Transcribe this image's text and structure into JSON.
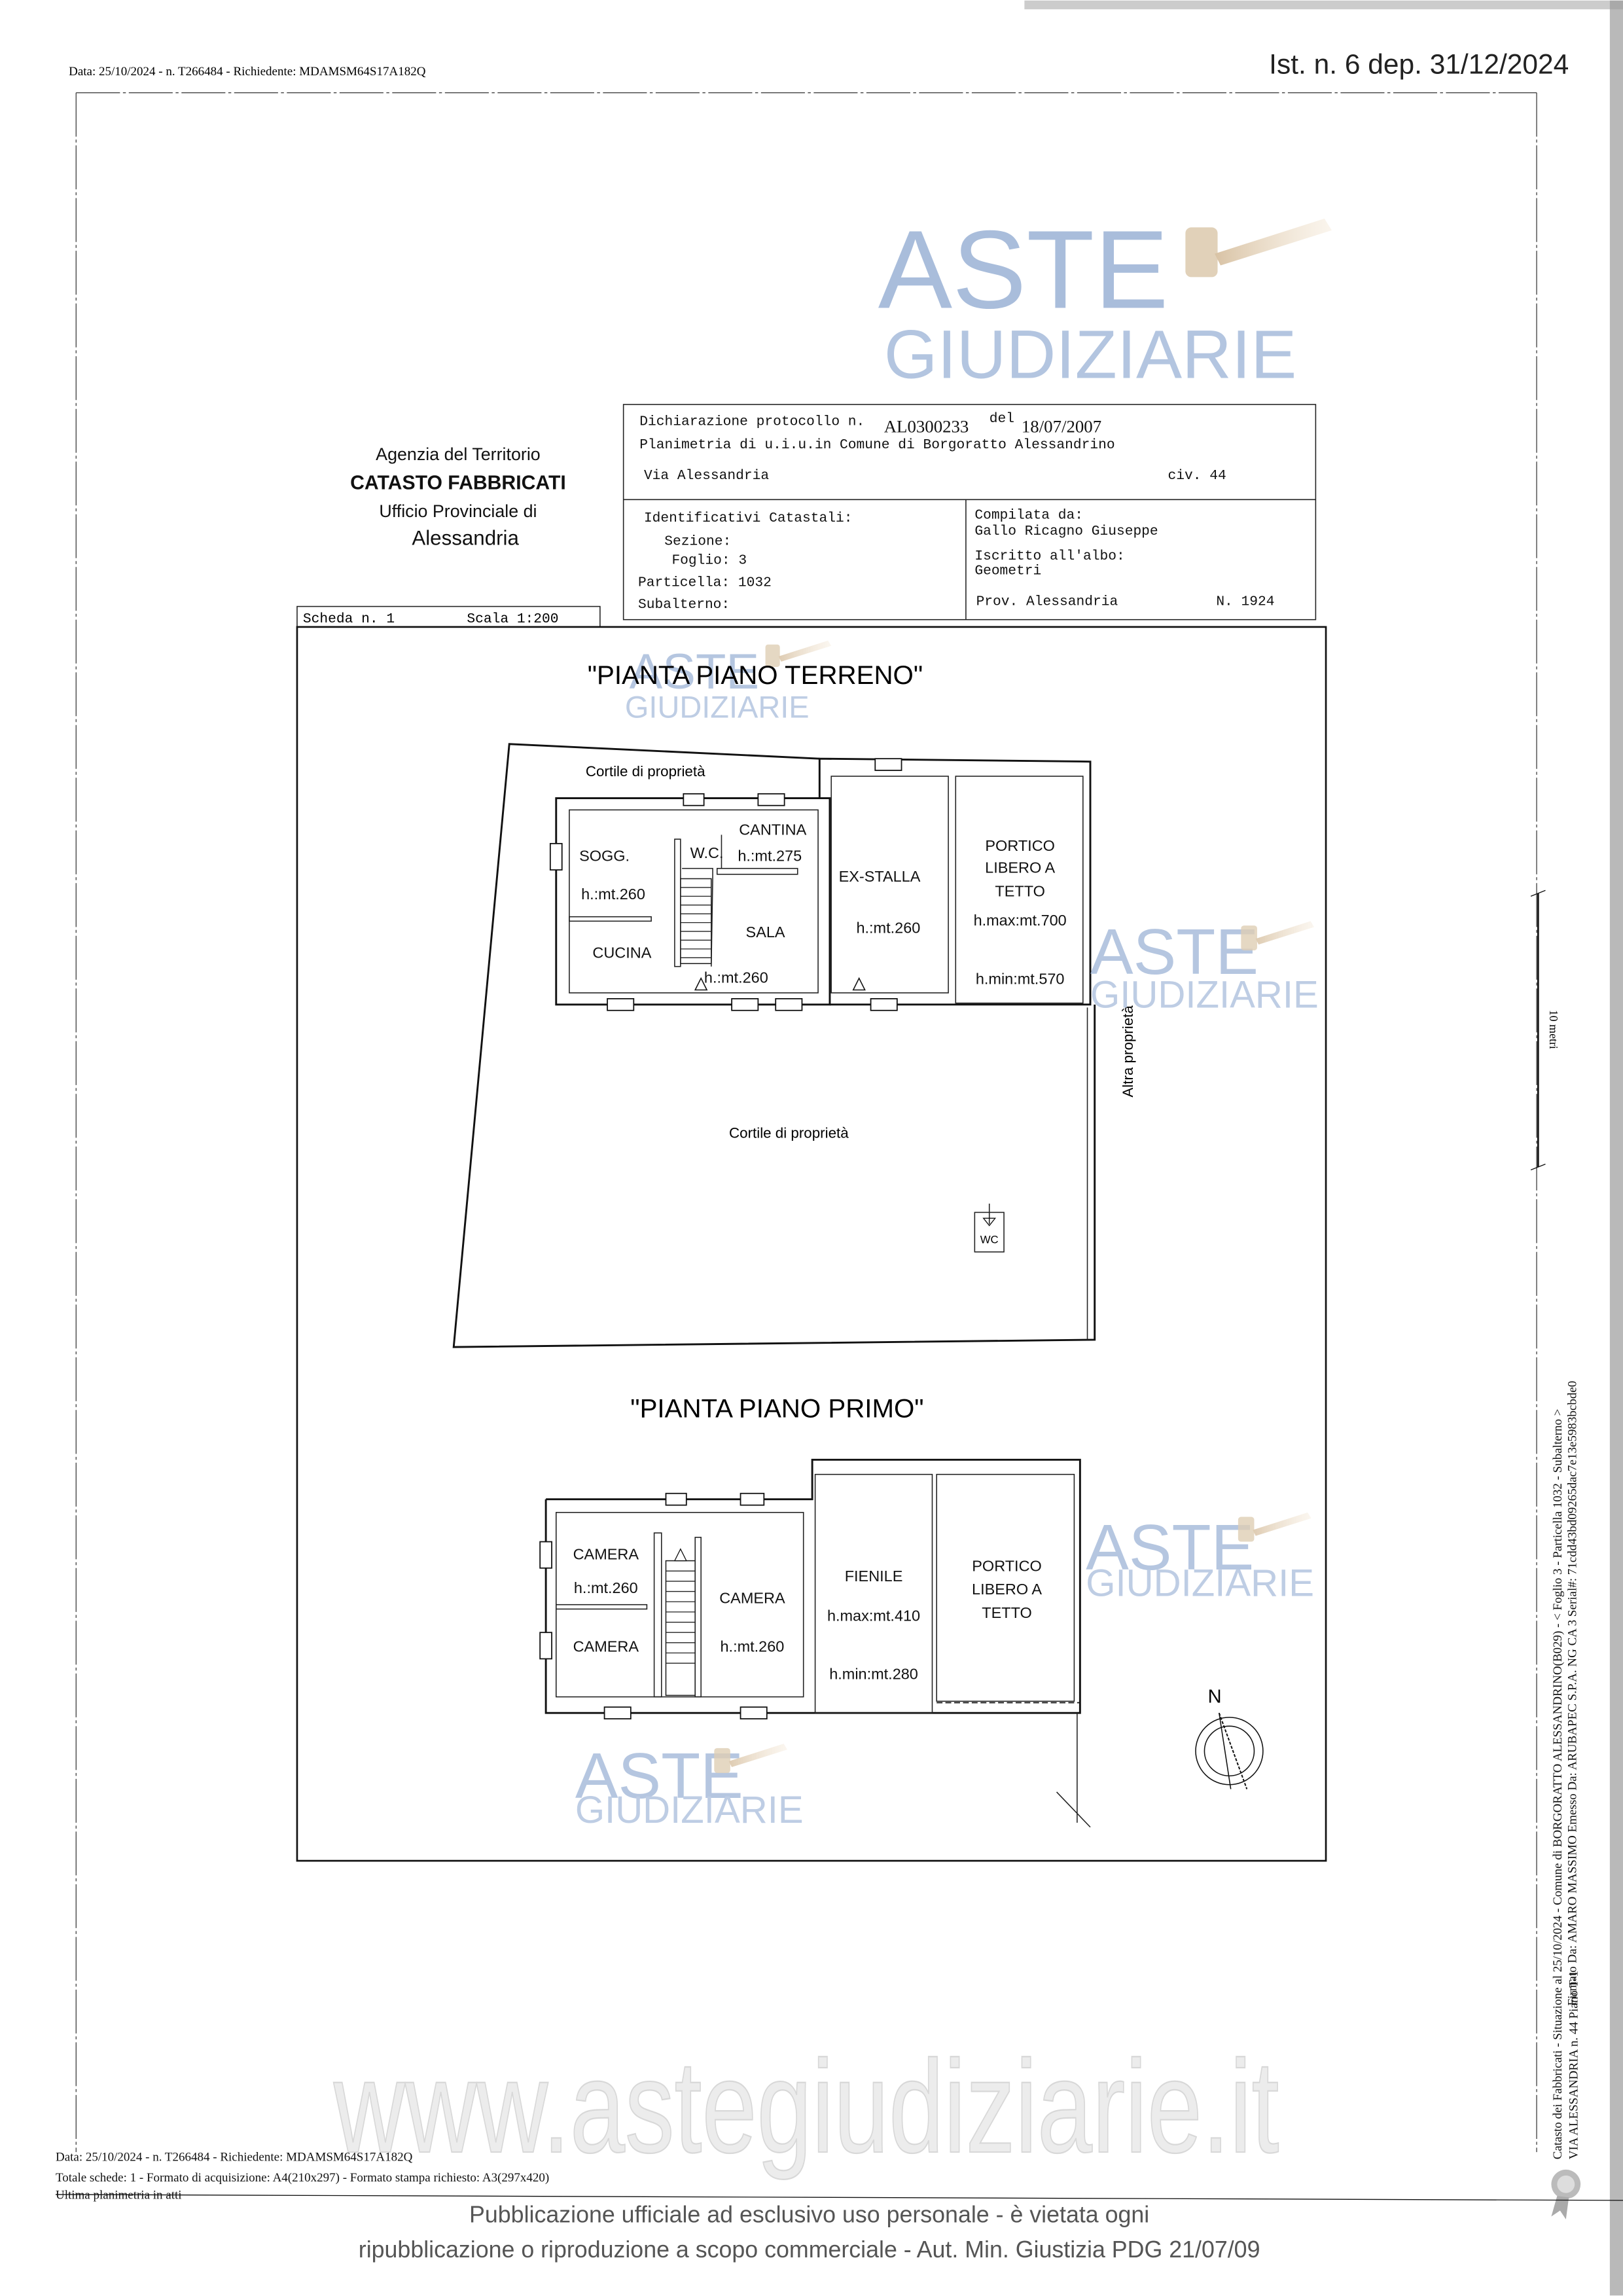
{
  "header": {
    "stamp_top": "Data: 25/10/2024 - n. T266484 - Richiedente: MDAMSM64S17A182Q",
    "deposit": "Ist. n. 6 dep. 31/12/2024"
  },
  "watermark": {
    "brand_top": "ASTE",
    "brand_bottom": "GIUDIZIARIE",
    "site": "www.astegiudiziarie.it"
  },
  "agency": {
    "line1": "Agenzia del Territorio",
    "line2": "CATASTO FABBRICATI",
    "line3": "Ufficio Provinciale di",
    "line4": "Alessandria"
  },
  "declaration": {
    "protocol_label": "Dichiarazione protocollo n.",
    "protocol_number": "AL0300233",
    "date_label": "del",
    "date": "18/07/2007",
    "planimetry": "Planimetria di u.i.u.in Comune di Borgoratto Alessandrino",
    "street": "Via Alessandria",
    "civic": "civ. 44",
    "identifiers_label": "Identificativi Catastali:",
    "sezione": "Sezione:",
    "foglio": "Foglio: 3",
    "particella": "Particella: 1032",
    "subalterno": "Subalterno:",
    "compiled_label": "Compilata da:",
    "compiler": "Gallo Ricagno Giuseppe",
    "register_label": "Iscritto all'albo:",
    "register": "Geometri",
    "province": "Prov. Alessandria",
    "number": "N. 1924"
  },
  "sheet": {
    "scheda": "Scheda n. 1",
    "scala": "Scala 1:200"
  },
  "ground_floor": {
    "title": "\"PIANTA PIANO TERRENO\"",
    "courtyard_top": "Cortile di proprietà",
    "courtyard_main": "Cortile di proprietà",
    "other_property": "Altra proprietà",
    "wc_outside": "WC",
    "rooms": [
      {
        "name": "SOGG.",
        "height": "h.:mt.260"
      },
      {
        "name": "CUCINA"
      },
      {
        "name": "W.C."
      },
      {
        "name": "CANTINA",
        "height": "h.:mt.275"
      },
      {
        "name": "SALA",
        "height": "h.:mt.260"
      },
      {
        "name": "EX-STALLA",
        "height": "h.:mt.260"
      },
      {
        "name_1": "PORTICO",
        "name_2": "LIBERO A",
        "name_3": "TETTO",
        "hmax": "h.max:mt.700",
        "hmin": "h.min:mt.570"
      }
    ]
  },
  "first_floor": {
    "title": "\"PIANTA PIANO PRIMO\"",
    "rooms": [
      {
        "name": "CAMERA",
        "height": "h.:mt.260"
      },
      {
        "name": "CAMERA"
      },
      {
        "name": "CAMERA",
        "height": "h.:mt.260"
      },
      {
        "name": "FIENILE",
        "hmax": "h.max:mt.410",
        "hmin": "h.min:mt.280"
      },
      {
        "name_1": "PORTICO",
        "name_2": "LIBERO A",
        "name_3": "TETTO"
      }
    ]
  },
  "compass": {
    "north": "N"
  },
  "scale_bar": {
    "label": "10 metri"
  },
  "side_stamp": {
    "line1": "Catasto dei Fabbricati - Situazione al 25/10/2024 - Comune di BORGORATTO ALESSANDRINO(B029) - < Foglio 3 - Particella 1032 - Subalterno >",
    "line2": "VIA ALESSANDRIA n. 44 Piano T-1",
    "line3": "Firmato Da: AMARO MASSIMO Emesso Da: ARUBAPEC S.P.A. NG CA 3 Serial#: 71cdd43bd09265dac7e13e5983bcbde0"
  },
  "footer": {
    "stamp_line1": "Data: 25/10/2024 - n. T266484 - Richiedente: MDAMSM64S17A182Q",
    "stamp_line2": "Totale schede: 1 - Formato di acquisizione: A4(210x297) - Formato stampa richiesto: A3(297x420)",
    "stamp_line3": "Ultima planimetria in atti",
    "notice_line1": "Pubblicazione ufficiale ad esclusivo uso personale - è vietata ogni",
    "notice_line2": "ripubblicazione o riproduzione a scopo commerciale - Aut. Min. Giustizia PDG 21/07/09"
  }
}
